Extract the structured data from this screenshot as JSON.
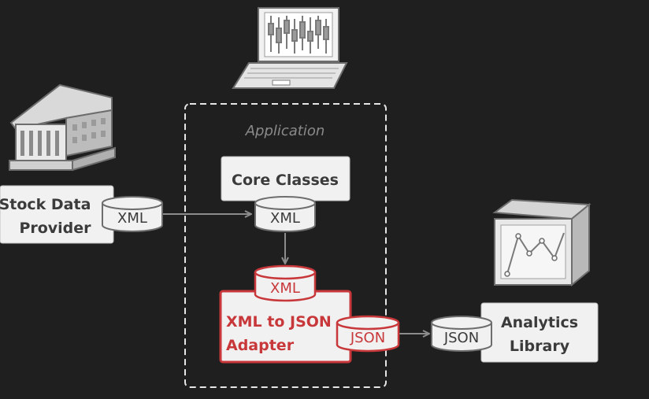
{
  "diagram": {
    "container_label": "Application",
    "core_classes": "Core Classes",
    "stock_provider": [
      "Stock Data",
      "Provider"
    ],
    "adapter": [
      "XML to JSON",
      "Adapter"
    ],
    "analytics": [
      "Analytics",
      "Library"
    ],
    "xml": "XML",
    "json": "JSON"
  },
  "colors": {
    "background": "#1f1f1f",
    "box_fill": "#f1f1f1",
    "box_text": "#3b3b3b",
    "adapter_accent": "#c8383a",
    "arrow": "#8c8c8c",
    "dashed_border": "#e6e6e6",
    "container_label": "#8a8a8a"
  },
  "icons": [
    "bank-building-icon",
    "laptop-chart-icon",
    "package-box-icon"
  ]
}
